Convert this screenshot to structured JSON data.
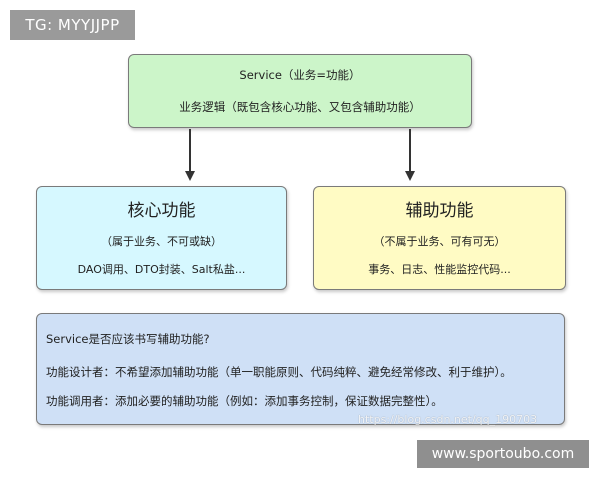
{
  "tag": "TG: MYYJJPP",
  "service": {
    "line1": "Service（业务=功能）",
    "line2": "业务逻辑（既包含核心功能、又包含辅助功能）"
  },
  "core": {
    "title": "核心功能",
    "subtitle": "（属于业务、不可或缺）",
    "examples": "DAO调用、DTO封装、Salt私盐..."
  },
  "auxiliary": {
    "title": "辅助功能",
    "subtitle": "（不属于业务、可有可无）",
    "examples": "事务、日志、性能监控代码..."
  },
  "question": {
    "line1": "Service是否应该书写辅助功能?",
    "line2": "功能设计者：不希望添加辅助功能（单一职能原则、代码纯粹、避免经常修改、利于维护）。",
    "line3": "功能调用者：添加必要的辅助功能（例如：添加事务控制，保证数据完整性）。"
  },
  "watermark_url": "https://blog.csdn.net/qq_190703",
  "watermark_site": "www.sportoubo.com"
}
